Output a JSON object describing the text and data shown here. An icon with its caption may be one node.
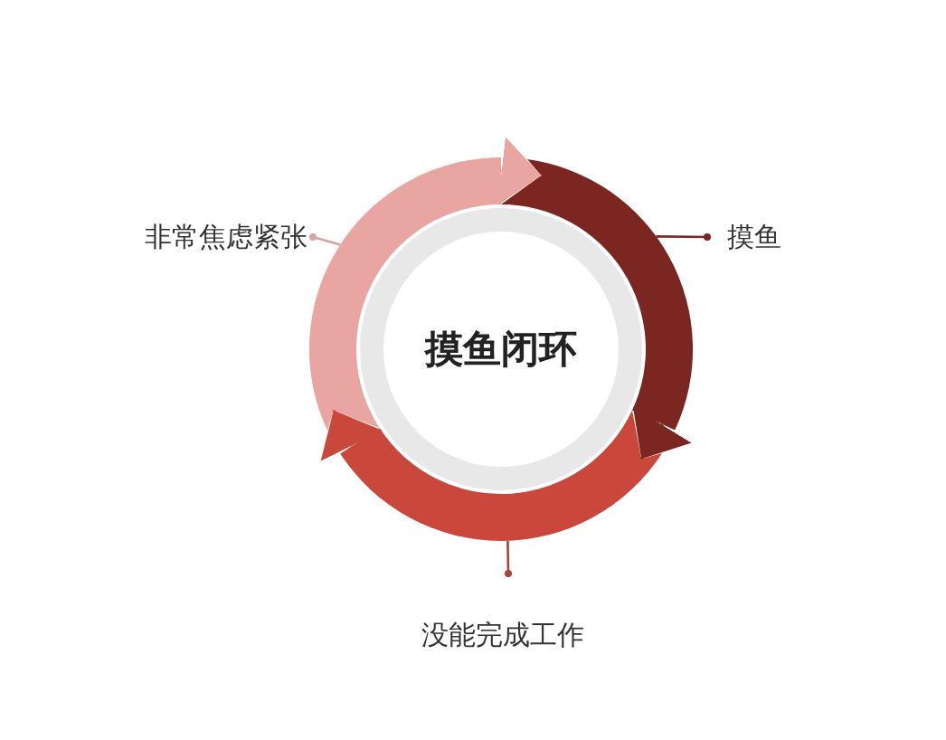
{
  "diagram": {
    "nodes": [
      {
        "text": [
          "非常焦虑紧张"
        ]
      },
      {
        "text": [
          "摸鱼"
        ]
      },
      {
        "text": [
          "摸鱼闭环"
        ]
      },
      {
        "text": [
          "没能完成工作"
        ]
      },
      {
        "text": [],
        "shape": "arc"
      },
      {
        "text": [],
        "shape": "arc"
      },
      {
        "text": [],
        "shape": "arc"
      }
    ],
    "edges": [
      {
        "from": 0,
        "to": 4,
        "arrow": "other",
        "color": "#d9a3a3"
      },
      {
        "from": 1,
        "to": 5,
        "arrow": "other",
        "color": "#7b2620"
      },
      {
        "from": 3,
        "to": 6,
        "arrow": "other",
        "color": "#a8443a"
      },
      {
        "from": 4,
        "to": 5,
        "arrow": "to",
        "color": "#e8a5a2"
      },
      {
        "from": 5,
        "to": 6,
        "arrow": "to",
        "color": "#7b2620"
      },
      {
        "from": 6,
        "to": 4,
        "arrow": "to",
        "color": "#c9473b"
      }
    ]
  }
}
